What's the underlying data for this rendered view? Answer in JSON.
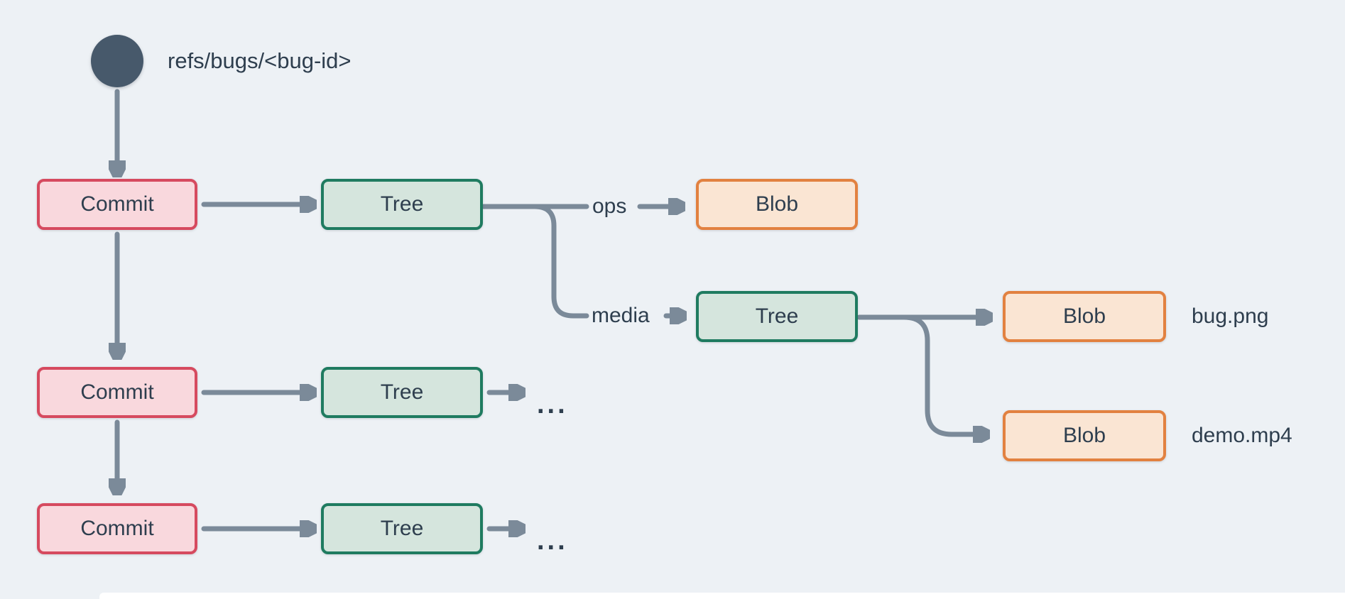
{
  "diagram": {
    "description": "Git object graph rooted at a bug ref: commits pointing to trees pointing to blobs",
    "ref": {
      "label": "refs/bugs/<bug-id>"
    },
    "nodes": {
      "commit1": "Commit",
      "commit2": "Commit",
      "commit3": "Commit",
      "tree1": "Tree",
      "tree_media": "Tree",
      "tree_row2": "Tree",
      "tree_row3": "Tree",
      "blob_ops": "Blob",
      "blob_bug": "Blob",
      "blob_demo": "Blob"
    },
    "edge_labels": {
      "ops": "ops",
      "media": "media"
    },
    "file_labels": {
      "bug": "bug.png",
      "demo": "demo.mp4"
    },
    "ellipsis": {
      "row2": "...",
      "row3": "..."
    },
    "colors": {
      "background": "#edf1f5",
      "arrow": "#7b8a99",
      "text": "#2e3e4e",
      "ref_dot": "#47596b",
      "commit_fill": "#f9d8dd",
      "commit_border": "#d64a5f",
      "tree_fill": "#d5e5dd",
      "tree_border": "#1f7b60",
      "blob_fill": "#fae5d3",
      "blob_border": "#e28140"
    }
  }
}
